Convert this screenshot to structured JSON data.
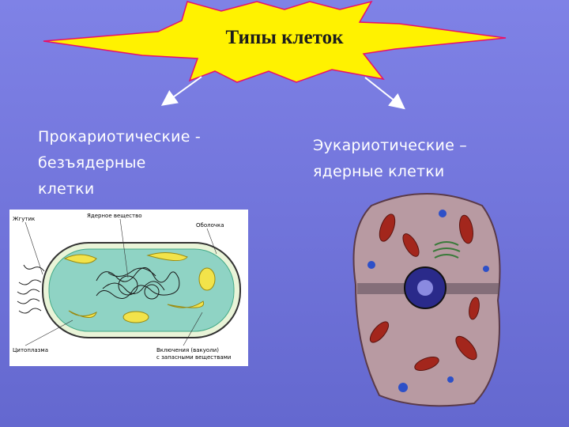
{
  "title": "Типы клеток",
  "left_label": [
    "Прокариотические -",
    "безъядерные",
    "клетки"
  ],
  "right_label": [
    "Эукариотические –",
    "ядерные клетки"
  ],
  "prokaryote_diagram": {
    "labels": {
      "flagellum": "Жгутик",
      "nuclear_substance": "Ядерное вещество",
      "envelope": "Оболочка",
      "cytoplasm": "Цитоплазма",
      "inclusions_line1": "Включения (вакуоли)",
      "inclusions_line2": "с запасными веществами"
    }
  },
  "colors": {
    "background": "#7376dc",
    "star_fill": "#fff200",
    "star_outline": "#e8106a",
    "label_text": "#ffffff",
    "cell_cytoplasm": "#8fd3c4",
    "cell_inclusions": "#f2e34a",
    "euk_cytoplasm": "#b89aa2",
    "euk_nucleus": "#2a2a8a",
    "euk_mitochondria": "#a3261c"
  }
}
